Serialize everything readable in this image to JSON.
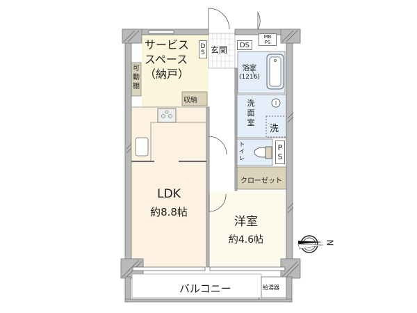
{
  "floorplan": {
    "colors": {
      "wall": "#b9b9b9",
      "service_space": "#fbf6dc",
      "ldk": "#fdf1e2",
      "western_room": "#fdfaee",
      "wet_area": "#e4eef8",
      "storage": "#dcd3bb",
      "entrance_tile": "#ffffff"
    },
    "rooms": {
      "service_space": {
        "line1": "サービス",
        "line2": "スペース",
        "line3": "（納戸）"
      },
      "ldk": {
        "name": "LDK",
        "size": "約8.8帖"
      },
      "western_room": {
        "name": "洋室",
        "size": "約4.6帖"
      },
      "bathroom": {
        "name": "浴室",
        "size": "(1216)"
      },
      "washroom": {
        "name": "洗面室"
      },
      "toilet": {
        "name": "トイレ"
      },
      "closet": {
        "name": "クローゼット"
      },
      "entrance": {
        "name": "玄関"
      },
      "balcony": {
        "name": "バルコニー"
      }
    },
    "labels": {
      "storage": "収納",
      "movable_shelf": "可動棚",
      "ds_left": "DS",
      "ds_right": "DS",
      "mb_ps_top": "MB",
      "mb_ps_bottom": "PS",
      "ps": "PS",
      "washer": "洗",
      "water_heater": "給湯器"
    },
    "compass": {
      "label": "N",
      "icon": "compass-north-icon"
    }
  }
}
